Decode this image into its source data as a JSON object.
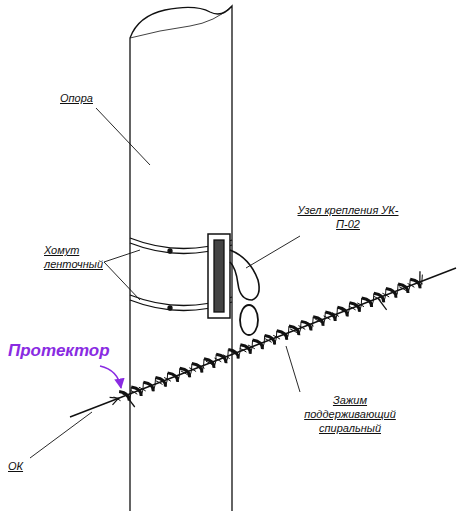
{
  "diagram": {
    "labels": [
      "Опора",
      "Хомут ленточный",
      "Узел крепления УК-П-02",
      "Протектор",
      "Зажим поддерживающий спиральный",
      "ОК"
    ]
  }
}
